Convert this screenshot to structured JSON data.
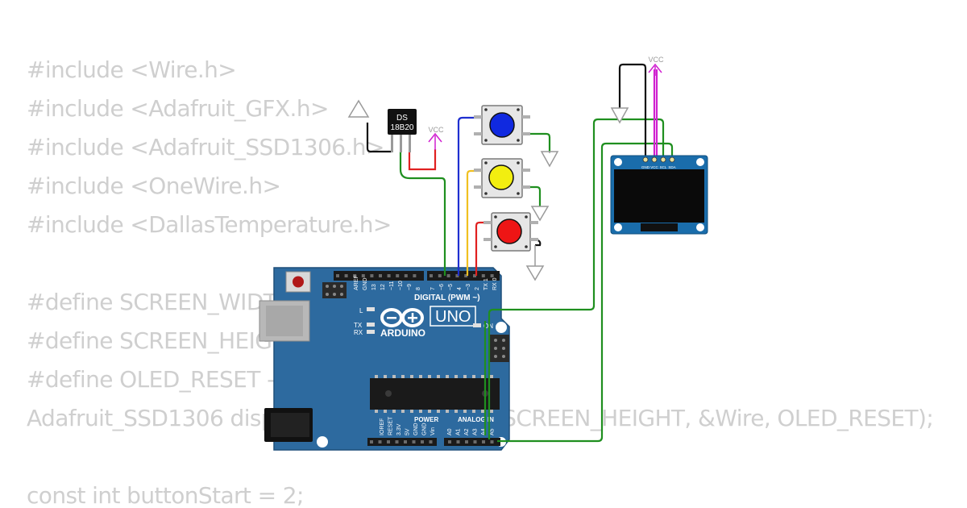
{
  "code": {
    "lines": [
      "#include <Wire.h>",
      "#include <Adafruit_GFX.h>",
      "#include <Adafruit_SSD1306.h>",
      "#include <OneWire.h>",
      "#include <DallasTemperature.h>",
      "",
      "#define SCREEN_WIDTH 128",
      "#define SCREEN_HEIGHT 64",
      "#define OLED_RESET -1",
      "Adafruit_SSD1306 display(SCREEN_WIDTH, SCREEN_HEIGHT, &Wire, OLED_RESET);",
      "",
      "const int buttonStart = 2;"
    ]
  },
  "sensor": {
    "line1": "DS",
    "line2": "18B20",
    "vcc_label": "VCC"
  },
  "oled": {
    "vcc_label": "VCC",
    "pins": [
      "GND",
      "VCC",
      "SCL",
      "SDA"
    ]
  },
  "buttons": [
    {
      "color": "#1029e0"
    },
    {
      "color": "#f2ee10"
    },
    {
      "color": "#ee1515"
    }
  ],
  "arduino": {
    "logo": "ARDUINO",
    "model": "UNO",
    "digital_label": "DIGITAL (PWM ~)",
    "power_label": "POWER",
    "analog_label": "ANALOG IN",
    "on_label": "ON",
    "l_label": "L",
    "tx_label": "TX",
    "rx_label": "RX",
    "top_pins": [
      "AREF",
      "GND",
      "13",
      "12",
      "~11",
      "~10",
      "~9",
      "8",
      "7",
      "~6",
      "~5",
      "4",
      "~3",
      "2",
      "TX 1",
      "RX 0"
    ],
    "power_pins": [
      "IOREF",
      "RESET",
      "3.3V",
      "5V",
      "GND",
      "GND",
      "Vin"
    ],
    "analog_pins": [
      "A0",
      "A1",
      "A2",
      "A3",
      "A4",
      "A5"
    ]
  },
  "colors": {
    "board": "#2d6a9f",
    "wire_green": "#1f8f1f",
    "wire_red": "#e02020",
    "wire_blue": "#1f2fd0",
    "wire_yellow": "#f0c020",
    "wire_black": "#111111",
    "wire_magenta": "#d020d0",
    "code_text": "#cfcfcf"
  }
}
